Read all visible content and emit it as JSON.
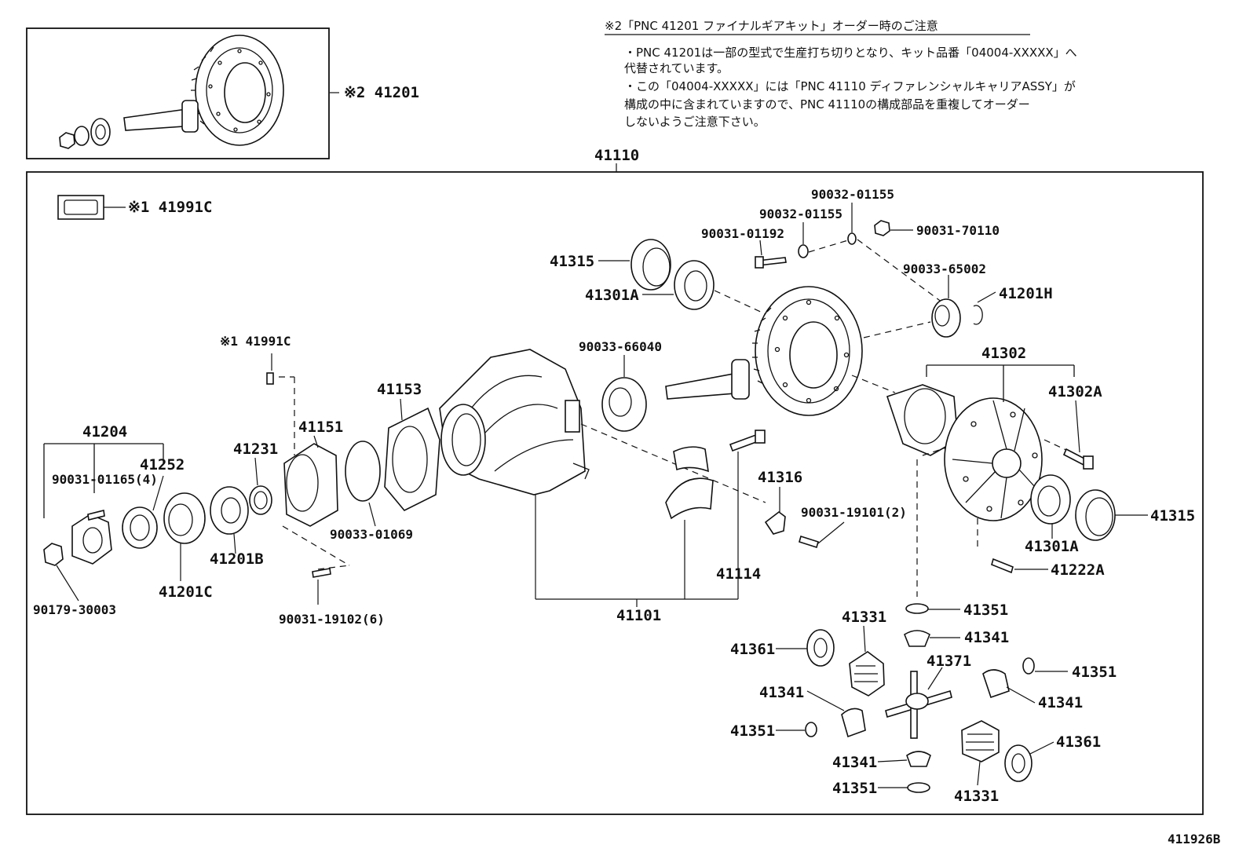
{
  "note": {
    "title": "※2「PNC 41201 ファイナルギアキット」オーダー時のご注意",
    "lines": [
      "・PNC 41201は一部の型式で生産打ち切りとなり、キット品番「04004-XXXXX」へ",
      "  代替されています。",
      "・この「04004-XXXXX」には「PNC 41110 ディファレンシャルキャリアASSY」が",
      "  構成の中に含まれていますので、PNC 41110の構成部品を重複してオーダー",
      "  しないようご注意下さい。"
    ]
  },
  "inset": {
    "label": "※2 41201"
  },
  "assembly_label": "41110",
  "diagram_id": "411926B",
  "callouts": {
    "c41991c_top": "※1 41991C",
    "c41991c_mid": "※1 41991C",
    "c90032_01155_a": "90032-01155",
    "c90032_01155_b": "90032-01155",
    "c90031_01192": "90031-01192",
    "c90031_70110": "90031-70110",
    "c41315_top": "41315",
    "c41301a_top": "41301A",
    "c90033_65002": "90033-65002",
    "c41201h": "41201H",
    "c90033_66040": "90033-66040",
    "c41302": "41302",
    "c41302a": "41302A",
    "c41153": "41153",
    "c41151": "41151",
    "c41204": "41204",
    "c41252": "41252",
    "c41231": "41231",
    "c90031_01165": "90031-01165(4)",
    "c41316": "41316",
    "c90031_19101": "90031-19101(2)",
    "c41315_right": "41315",
    "c41301a_right": "41301A",
    "c41222a": "41222A",
    "c90033_01069": "90033-01069",
    "c41201b": "41201B",
    "c41201c": "41201C",
    "c90179_30003": "90179-30003",
    "c90031_19102": "90031-19102(6)",
    "c41114": "41114",
    "c41101": "41101",
    "c41351_a": "41351",
    "c41341_a": "41341",
    "c41331_a": "41331",
    "c41371": "41371",
    "c41361_a": "41361",
    "c41341_b": "41341",
    "c41351_b": "41351",
    "c41341_c": "41341",
    "c41351_c": "41351",
    "c41341_d": "41341",
    "c41351_d": "41351",
    "c41361_b": "41361",
    "c41331_b": "41331"
  }
}
